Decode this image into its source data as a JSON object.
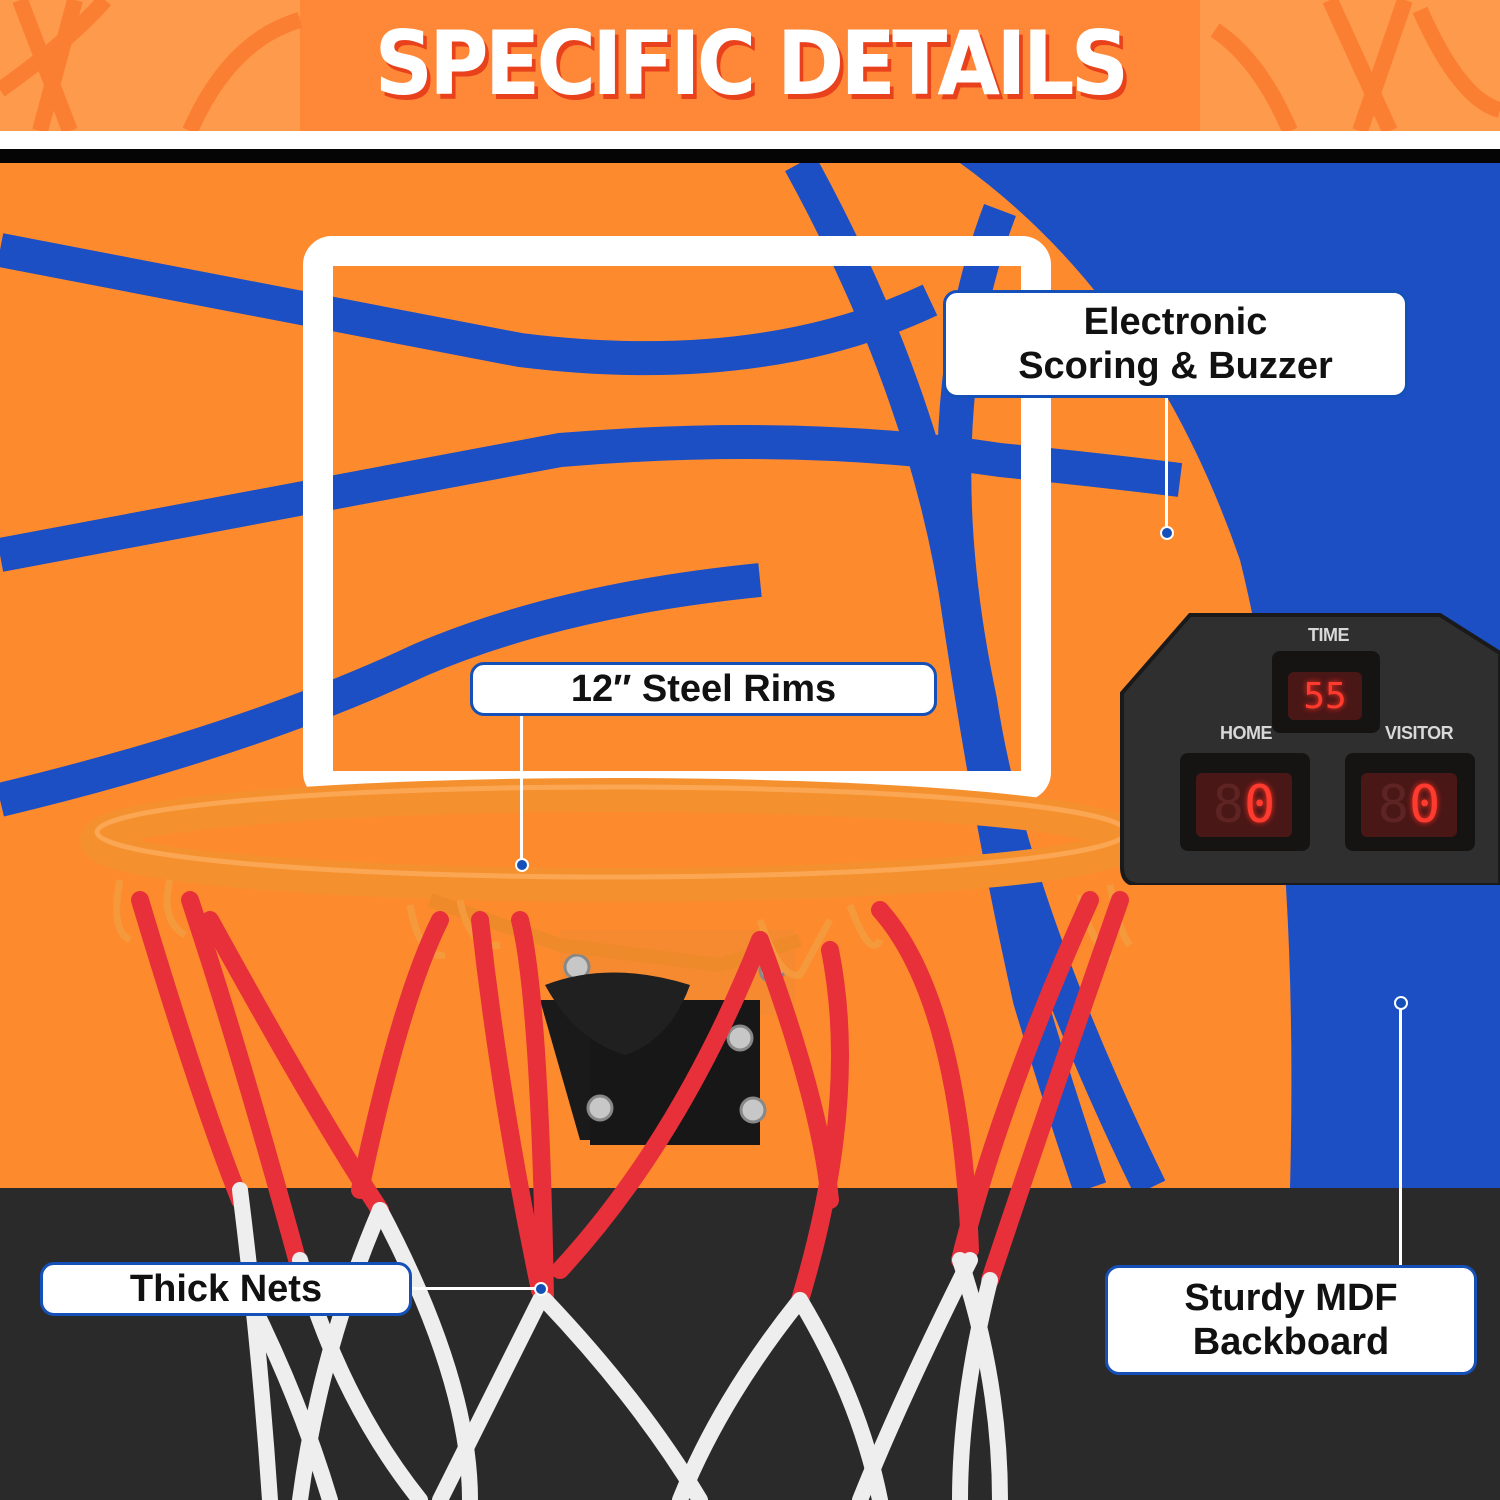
{
  "header": {
    "title": "SPECIFIC DETAILS",
    "background_color": "#fe8838",
    "text_color": "#ffffff",
    "shadow_color": "#e8411b"
  },
  "callouts": [
    {
      "id": "scoring",
      "label": "Electronic\nScoring & Buzzer",
      "line1": "Electronic",
      "line2": "Scoring & Buzzer"
    },
    {
      "id": "rims",
      "label": "12″ Steel Rims"
    },
    {
      "id": "nets",
      "label": "Thick Nets"
    },
    {
      "id": "backboard",
      "label": "Sturdy MDF\nBackboard",
      "line1": "Sturdy MDF",
      "line2": "Backboard"
    }
  ],
  "scoreboard": {
    "time_label": "TIME",
    "time_value": "55",
    "home_label": "HOME",
    "home_value": "0",
    "visitor_label": "VISITOR",
    "visitor_value": "0",
    "ghost_digit": "8"
  },
  "colors": {
    "backboard_orange": "#fe8a2e",
    "backboard_blue": "#1c4fc4",
    "floor_dark": "#2a2a2b",
    "callout_border": "#1550b8",
    "rim_orange": "#f5902f",
    "net_red": "#e8303a",
    "net_white": "#f0f0f0"
  }
}
